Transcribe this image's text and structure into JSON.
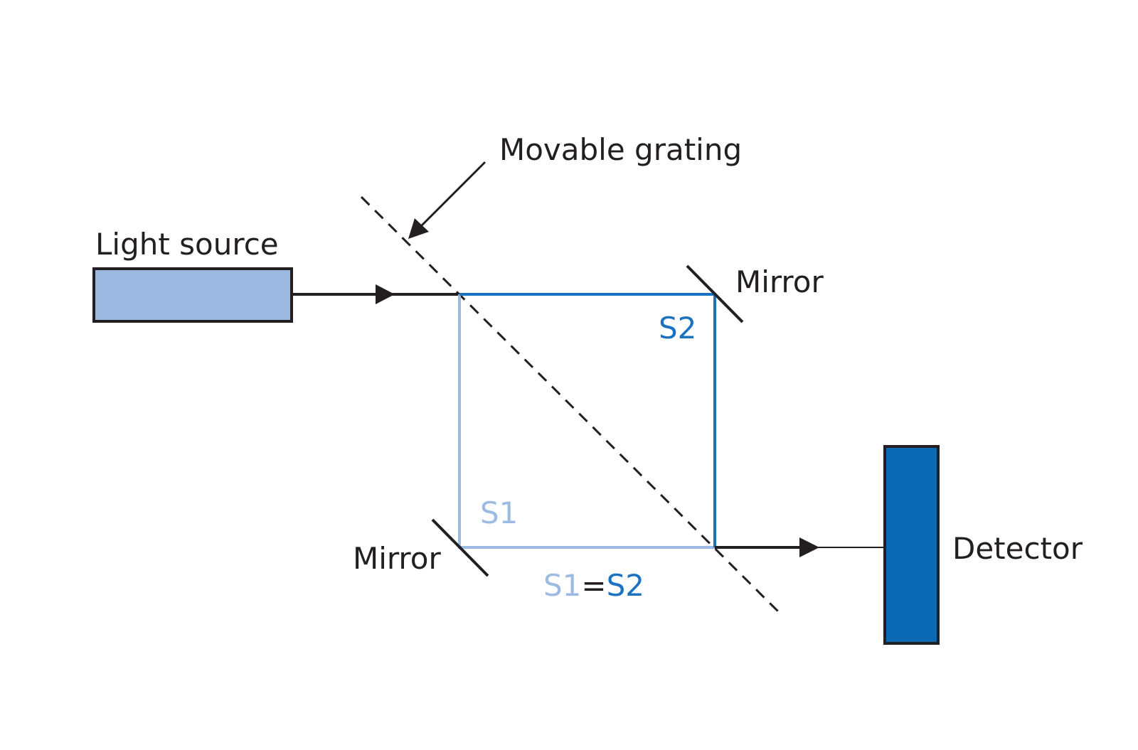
{
  "labels": {
    "movable_grating": "Movable grating",
    "light_source": "Light source",
    "mirror_top": "Mirror",
    "mirror_bottom": "Mirror",
    "detector": "Detector",
    "s2": "S2",
    "s1": "S1",
    "eq_s1": "S1",
    "eq_sign": "=",
    "eq_s2": "S2"
  },
  "colors": {
    "path_s1": "#9dbbe2",
    "path_s2": "#1a72c0",
    "light_source_fill": "#9bb9e0",
    "detector_fill": "#0b69b3",
    "line": "#231f20"
  }
}
